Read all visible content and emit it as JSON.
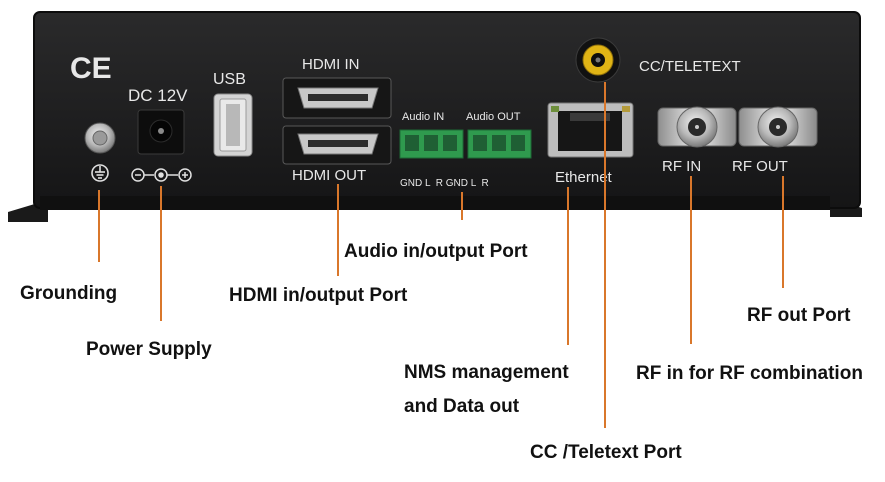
{
  "device": {
    "ce_mark": "CE",
    "dc_label": "DC 12V",
    "usb_label": "USB",
    "hdmi_in_label": "HDMI IN",
    "hdmi_out_label": "HDMI OUT",
    "audio_in_label": "Audio IN",
    "audio_out_label": "Audio OUT",
    "audio_pins": "GND L  R GND L  R",
    "ethernet_label": "Ethernet",
    "cc_teletext_label": "CC/TELETEXT",
    "rf_in_label": "RF IN",
    "rf_out_label": "RF OUT"
  },
  "callouts": {
    "grounding": "Grounding",
    "power_supply": "Power Supply",
    "hdmi_port": "HDMI in/output Port",
    "audio_port": "Audio in/output Port",
    "nms_line1": "NMS management",
    "nms_line2": "and Data out",
    "cc_port": "CC /Teletext Port",
    "rf_in_port": "RF in for RF combination",
    "rf_out_port": "RF out Port"
  },
  "colors": {
    "leader_line": "#d9772b",
    "device_body": "#1b1b1c",
    "terminal_green": "#2f9a4e",
    "rca_yellow": "#e0b415"
  }
}
